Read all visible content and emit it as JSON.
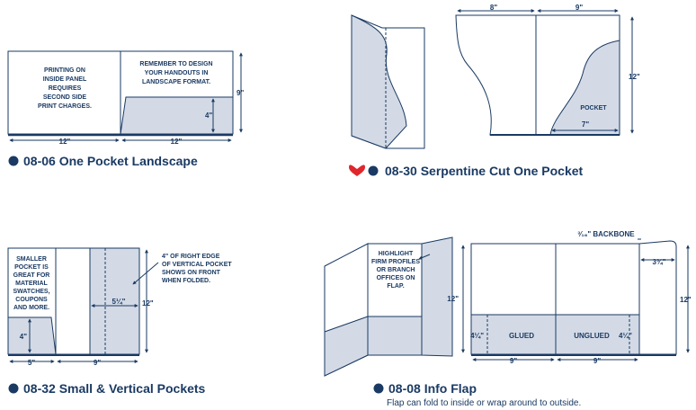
{
  "colors": {
    "ink": "#1a3a63",
    "pocket": "#d3dae6",
    "heart": "#e0262c"
  },
  "d1": {
    "title": "08-06 One Pocket Landscape",
    "note_left": [
      "PRINTING ON",
      "INSIDE PANEL",
      "REQUIRES",
      "SECOND SIDE",
      "PRINT CHARGES."
    ],
    "note_right": [
      "REMEMBER TO DESIGN",
      "YOUR HANDOUTS IN",
      "LANDSCAPE FORMAT."
    ],
    "dim_w1": "12\"",
    "dim_w2": "12\"",
    "dim_h": "9\"",
    "dim_pocket": "4\""
  },
  "d2": {
    "title": "08-30 Serpentine Cut One Pocket",
    "dim_w1": "8\"",
    "dim_w2": "9\"",
    "dim_h": "12\"",
    "dim_pocket": "7\"",
    "pocket_label": "POCKET"
  },
  "d3": {
    "title": "08-32 Small & Vertical Pockets",
    "note_left": [
      "SMALLER",
      "POCKET IS",
      "GREAT FOR",
      "MATERIAL",
      "SWATCHES,",
      "COUPONS",
      "AND MORE."
    ],
    "note_right": [
      "4\" OF RIGHT EDGE",
      "OF VERTICAL POCKET",
      "SHOWS ON FRONT",
      "WHEN FOLDED."
    ],
    "dim_small_h": "4\"",
    "dim_vert_w": "5¼\"",
    "dim_h": "12\"",
    "dim_w1": "5\"",
    "dim_w2": "9\""
  },
  "d4": {
    "title": "08-08 Info Flap",
    "subtitle": "Flap can fold to inside or wrap around to outside.",
    "note_flap": [
      "HIGHLIGHT",
      "FIRM PROFILES",
      "OR BRANCH",
      "OFFICES ON",
      "FLAP."
    ],
    "backbone": "³⁄₁₆\" BACKBONE",
    "dim_flap": "3¾\"",
    "dim_h_left": "12\"",
    "dim_h_right": "12\"",
    "glued": "GLUED",
    "unglued": "UNGLUED",
    "dim_pocket_l": "4¼\"",
    "dim_pocket_r": "4¼\"",
    "dim_w1": "9\"",
    "dim_w2": "9\""
  }
}
